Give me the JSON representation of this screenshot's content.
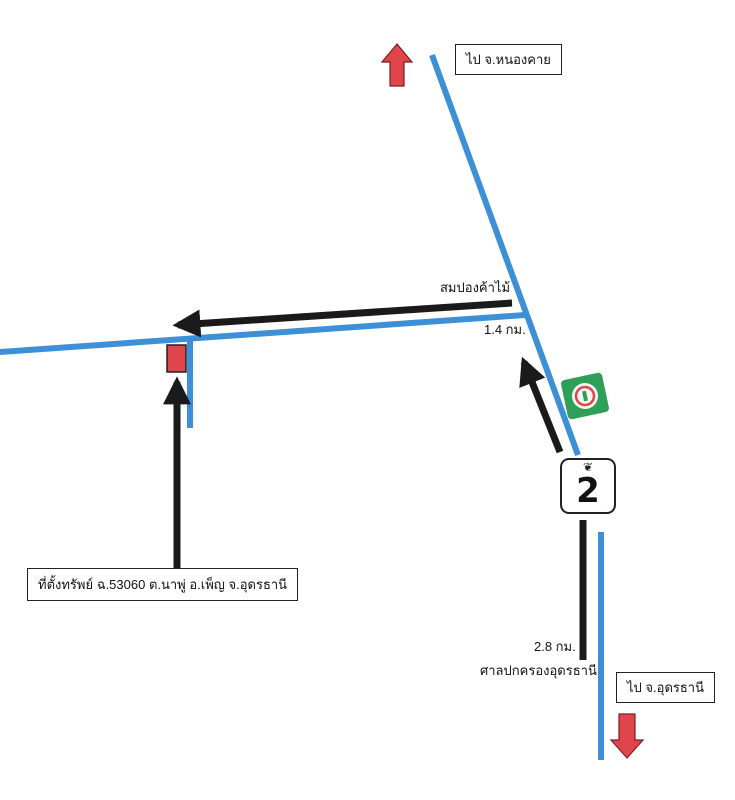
{
  "labels": {
    "north_destination": "ไป จ.หนองคาย",
    "south_destination": "ไป จ.อุดรธานี",
    "junction_name": "สมปองค้าไม้",
    "distance_to_junction": "1.4 กม.",
    "distance_to_court": "2.8 กม.",
    "court_name": "ศาลปกครองอุดรธานี",
    "property_location": "ที่ตั้งทรัพย์ ฉ.53060 ต.นาพู่ อ.เพ็ญ จ.อุดรธานี"
  },
  "highway_shield": {
    "number": "2",
    "wing_symbol": "❦"
  },
  "colors": {
    "road": "#3d8fd6",
    "route_arrow": "#1a1a1a",
    "direction_arrow": "#e0454b",
    "property_marker": "#e0454b",
    "gas_station": "#2f9e58"
  },
  "icons": {
    "gas_station": "gas-station-logo",
    "property": "property-marker"
  }
}
